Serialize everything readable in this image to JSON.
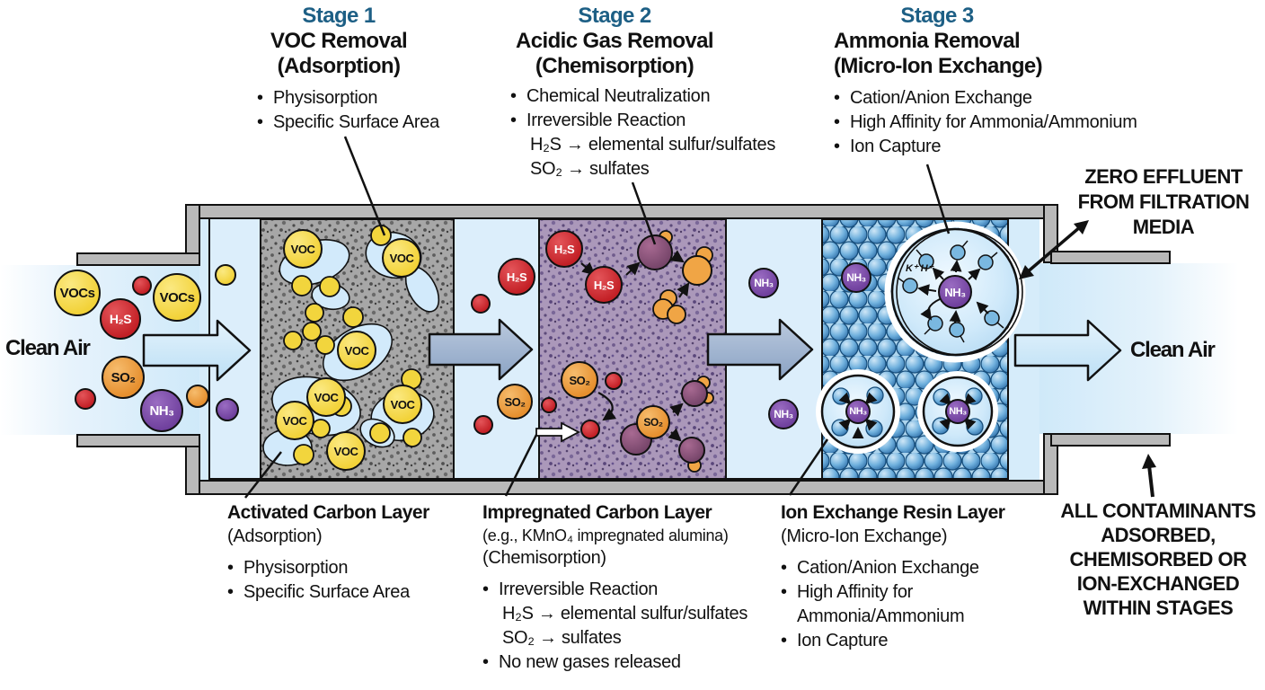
{
  "stages": [
    {
      "stage_label": "Stage 1",
      "title": "VOC Removal",
      "subtitle": "(Adsorption)",
      "bullets": [
        "Physisorption",
        "Specific Surface Area"
      ]
    },
    {
      "stage_label": "Stage 2",
      "title": "Acidic Gas Removal",
      "subtitle": "(Chemisorption)",
      "bullets": [
        "Chemical Neutralization",
        "Irreversible Reaction"
      ],
      "sub_lines": [
        "H₂S → elemental sulfur/sulfates",
        "SO₂ → sulfates"
      ]
    },
    {
      "stage_label": "Stage 3",
      "title": "Ammonia Removal",
      "subtitle": "(Micro-Ion Exchange)",
      "bullets": [
        "Cation/Anion Exchange",
        "High Affinity for Ammonia/Ammonium",
        "Ion Capture"
      ]
    }
  ],
  "layers": [
    {
      "title": "Activated Carbon Layer",
      "subtitle": "(Adsorption)",
      "bullets": [
        "Physisorption",
        "Specific Surface Area"
      ]
    },
    {
      "title": "Impregnated Carbon Layer",
      "note": "(e.g., KMnO₄ impregnated alumina)",
      "subtitle": "(Chemisorption)",
      "bullets": [
        "Irreversible Reaction"
      ],
      "sub_lines": [
        "H₂S → elemental sulfur/sulfates",
        "SO₂ → sulfates"
      ],
      "bullets_after": [
        "No new gases released"
      ]
    },
    {
      "title": "Ion Exchange Resin Layer",
      "subtitle": "(Micro-Ion Exchange)",
      "bullets": [
        "Cation/Anion Exchange",
        "High Affinity for Ammonia/Ammonium",
        "Ion Capture"
      ]
    }
  ],
  "flow": {
    "inlet_label": "Clean Air",
    "outlet_label": "Clean Air"
  },
  "annotations": {
    "zero_effluent_lines": [
      "ZERO EFFLUENT",
      "FROM FILTRATION",
      "MEDIA"
    ],
    "all_contaminants_lines": [
      "ALL CONTAMINANTS",
      "ADSORBED,",
      "CHEMISORBED OR",
      "ION-EXCHANGED",
      "WITHIN STAGES"
    ],
    "ion_note": "K⁺ H⁺"
  },
  "particles": {
    "voc": "VOC",
    "vocs": "VOCs",
    "h2s": "H₂S",
    "so2": "SO₂",
    "nh3": "NH₃"
  },
  "colors": {
    "stage_heading": "#1d5f85",
    "wall_gray": "#b9b9b9",
    "air_blue": "#d6ecfa",
    "voc_yellow": "#f2d53d",
    "h2s_red": "#c8242b",
    "so2_orange": "#e99334",
    "nh3_purple": "#7445a0",
    "resin_blue": "#4a90c4"
  }
}
